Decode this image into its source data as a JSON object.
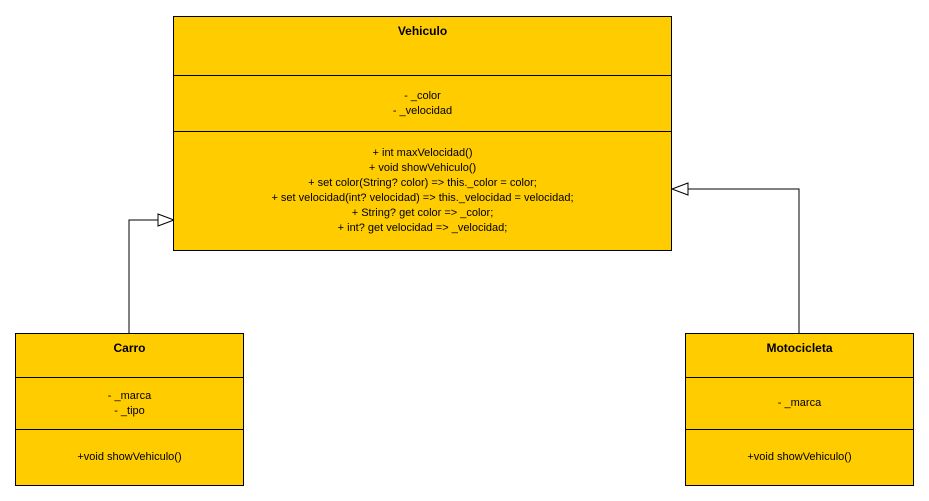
{
  "colors": {
    "class_fill": "#FFCC00",
    "border": "#000000",
    "background": "#FFFFFF"
  },
  "classes": {
    "vehiculo": {
      "name": "Vehiculo",
      "attributes": [
        "- _color",
        "- _velocidad"
      ],
      "methods": [
        "+ int maxVelocidad()",
        "+ void showVehiculo()",
        "+ set color(String? color) => this._color = color;",
        "+ set velocidad(int? velocidad) => this._velocidad = velocidad;",
        "+ String? get color => _color;",
        "+ int? get velocidad => _velocidad;"
      ]
    },
    "carro": {
      "name": "Carro",
      "attributes": [
        "- _marca",
        "- _tipo"
      ],
      "methods": [
        "+void showVehiculo()"
      ]
    },
    "motocicleta": {
      "name": "Motocicleta",
      "attributes": [
        "- _marca"
      ],
      "methods": [
        "+void showVehiculo()"
      ]
    }
  },
  "relations": [
    {
      "type": "generalization",
      "from": "carro",
      "to": "vehiculo"
    },
    {
      "type": "generalization",
      "from": "motocicleta",
      "to": "vehiculo"
    }
  ]
}
